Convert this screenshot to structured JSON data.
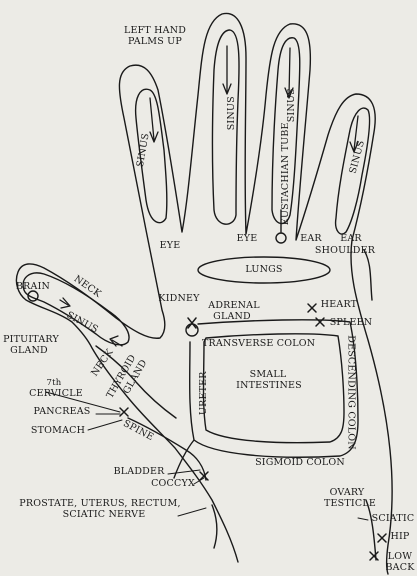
{
  "title": {
    "line1": "LEFT HAND",
    "line2": "PALMS UP"
  },
  "fingers": {
    "sinus": "SINUS",
    "eustachian": "EUSTACHIAN TUBE",
    "eye": "EYE",
    "ear": "EAR",
    "shoulder": "SHOULDER"
  },
  "thumb": {
    "brain": "BRAIN",
    "neck": "NECK",
    "pituitary": "PITUITARY",
    "gland": "GLAND",
    "thyroid": "THYROID",
    "gland2": "GLAND",
    "seventh": "7th",
    "cervicle": "CERVICLE",
    "spine": "SPINE"
  },
  "organs": {
    "lungs": "LUNGS",
    "kidney": "KIDNEY",
    "adrenal1": "ADRENAL",
    "adrenal2": "GLAND",
    "heart": "HEART",
    "spleen": "SPLEEN",
    "transverse": "TRANSVERSE COLON",
    "small1": "SMALL",
    "small2": "INTESTINES",
    "descending": "DESCENDING COLON",
    "ureter": "URETER",
    "pancreas": "PANCREAS",
    "stomach": "STOMACH",
    "bladder": "BLADDER",
    "coccyx": "COCCYX",
    "sigmoid": "SIGMOID COLON",
    "prostate1": "PROSTATE, UTERUS, RECTUM,",
    "prostate2": "SCIATIC NERVE",
    "ovary": "OVARY",
    "testicle": "TESTICLE",
    "sciatic": "SCIATIC",
    "hip": "HIP",
    "low": "LOW",
    "back": "BACK"
  },
  "colors": {
    "ink": "#1a1a1a",
    "paper": "#ecebe6"
  }
}
